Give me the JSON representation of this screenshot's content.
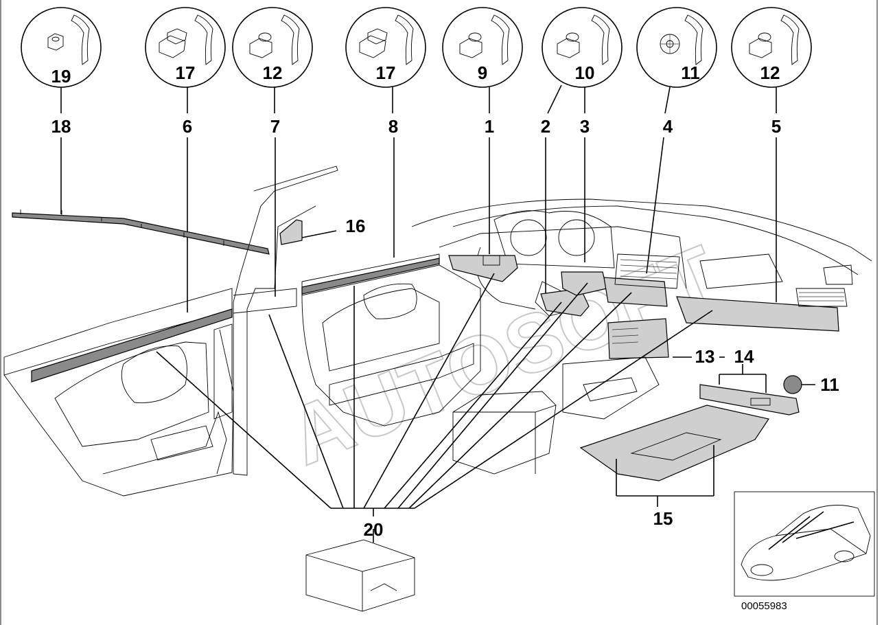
{
  "diagram": {
    "document_number": "00055983",
    "watermark": "AUTOSOFT",
    "callouts": [
      {
        "id": "c19",
        "label": "19"
      },
      {
        "id": "c17a",
        "label": "17"
      },
      {
        "id": "c12a",
        "label": "12"
      },
      {
        "id": "c17b",
        "label": "17"
      },
      {
        "id": "c9",
        "label": "9"
      },
      {
        "id": "c10",
        "label": "10"
      },
      {
        "id": "c11a",
        "label": "11"
      },
      {
        "id": "c12b",
        "label": "12"
      }
    ],
    "part_labels": [
      {
        "id": "p18",
        "label": "18"
      },
      {
        "id": "p6",
        "label": "6"
      },
      {
        "id": "p7",
        "label": "7"
      },
      {
        "id": "p8",
        "label": "8"
      },
      {
        "id": "p1",
        "label": "1"
      },
      {
        "id": "p2",
        "label": "2"
      },
      {
        "id": "p3",
        "label": "3"
      },
      {
        "id": "p4",
        "label": "4"
      },
      {
        "id": "p5",
        "label": "5"
      },
      {
        "id": "p16",
        "label": "16"
      },
      {
        "id": "p13",
        "label": "13"
      },
      {
        "id": "p14",
        "label": "14"
      },
      {
        "id": "p11",
        "label": "11"
      },
      {
        "id": "p15",
        "label": "15"
      },
      {
        "id": "p20",
        "label": "20"
      }
    ]
  }
}
